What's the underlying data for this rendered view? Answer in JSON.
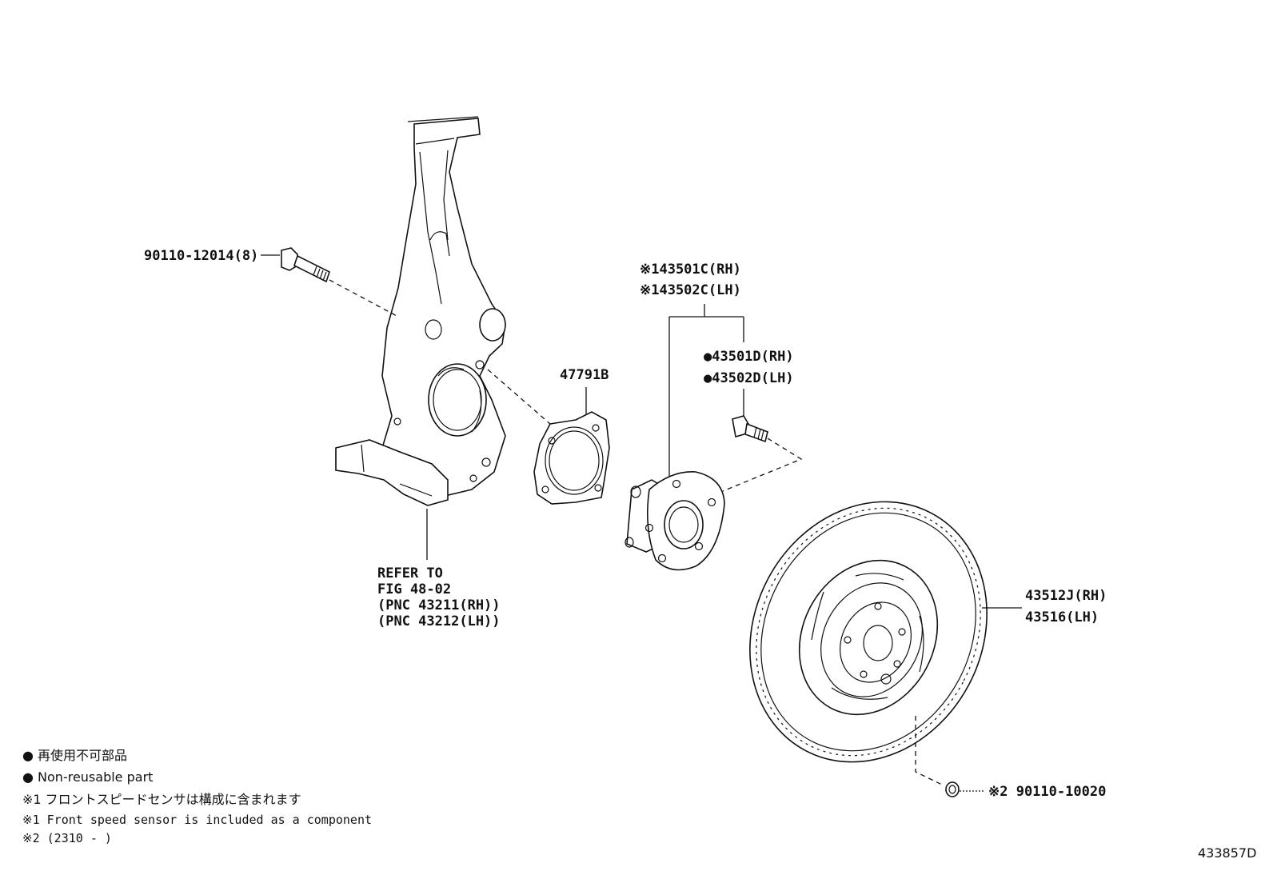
{
  "colors": {
    "line": "#111111",
    "background": "#ffffff"
  },
  "parts": {
    "bolt_knuckle": "90110-12014(8)",
    "knuckle_ref": [
      "REFER TO",
      "FIG 48-02",
      "(PNC 43211(RH))",
      "(PNC 43212(LH))"
    ],
    "dust_cover": "47791B",
    "hub_rh": "※143501C(RH)",
    "hub_lh": "※143502C(LH)",
    "hub_bolt_rh": "●43501D(RH)",
    "hub_bolt_lh": "●43502D(LH)",
    "rotor_rh": "43512J(RH)",
    "rotor_lh": "43516(LH)",
    "rotor_screw": "※2 90110-10020"
  },
  "legend": {
    "nonreusable_jp": "● 再使用不可部品",
    "nonreusable_en": "● Non-reusable part",
    "note1_jp": "※1 フロントスピードセンサは構成に含まれます",
    "note1_en": "※1 Front speed sensor is included  as a component",
    "note2": "※2 (2310 -      )"
  },
  "figure_id": "433857D"
}
